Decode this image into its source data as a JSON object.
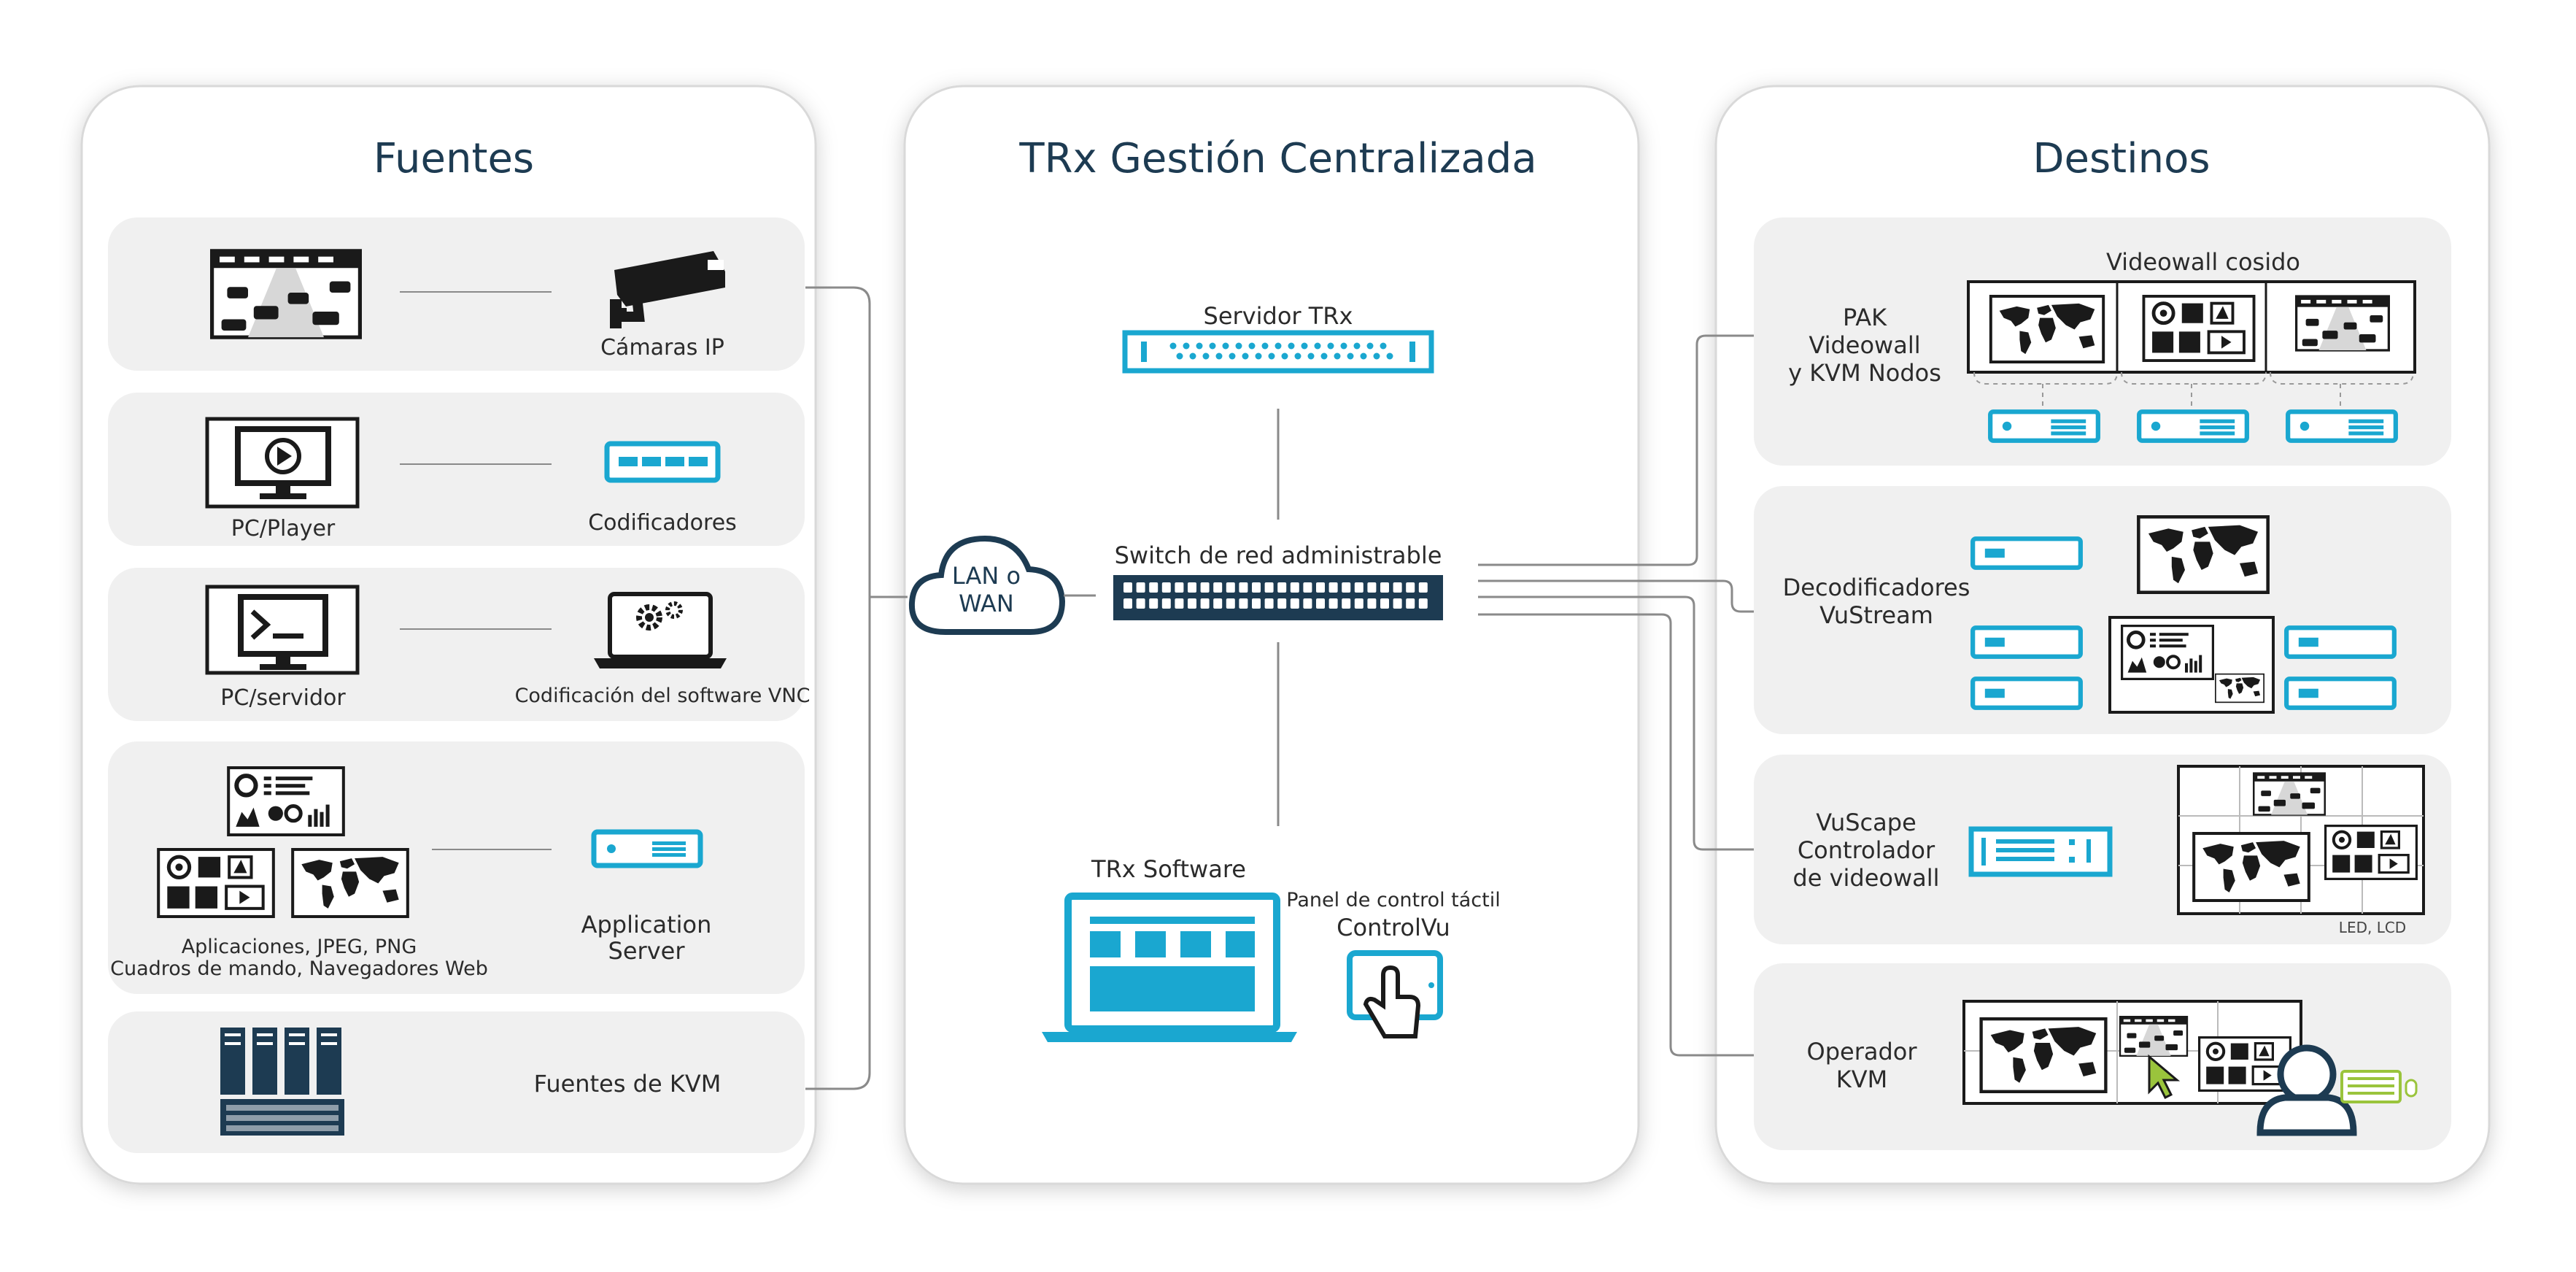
{
  "panels": {
    "sources": {
      "title": "Fuentes"
    },
    "management": {
      "title": "TRx Gestión Centralizada"
    },
    "destinations": {
      "title": "Destinos"
    }
  },
  "sources": {
    "cameras": "Cámaras IP",
    "pc_player": "PC/Player",
    "encoders": "Codificadores",
    "pc_server": "PC/servidor",
    "vnc": "Codificación del software VNC",
    "apps_line1": "Aplicaciones, JPEG, PNG",
    "apps_line2": "Cuadros de mando, Navegadores Web",
    "app_server_line1": "Application",
    "app_server_line2": "Server",
    "kvm_sources": "Fuentes de KVM"
  },
  "management": {
    "server": "Servidor TRx",
    "switch": "Switch de red administrable",
    "cloud_line1": "LAN o",
    "cloud_line2": "WAN",
    "software": "TRx Software",
    "touch_line1": "Panel de control táctil",
    "touch_line2": "ControlVu"
  },
  "destinations": {
    "stitched": "Videowall cosido",
    "pak_line1": "PAK",
    "pak_line2": "Videowall",
    "pak_line3": "y KVM Nodos",
    "decoders_line1": "Decodificadores",
    "decoders_line2": "VuStream",
    "vuscape_line1": "VuScape",
    "vuscape_line2": "Controlador",
    "vuscape_line3": "de videowall",
    "led_lcd": "LED, LCD",
    "operator_line1": "Operador",
    "operator_line2": "KVM"
  },
  "colors": {
    "accent": "#1aa7d0",
    "navy": "#1d3b52",
    "panel_bg": "#f0f0f0",
    "keyboard": "#9ac43c"
  },
  "icons": [
    "cctv-camera-icon",
    "encoder-icon",
    "laptop-gear-icon",
    "server-icon",
    "switch-icon",
    "cloud-icon",
    "laptop-icon",
    "tablet-touch-icon",
    "monitor-play-icon",
    "terminal-icon",
    "server-rack-icon",
    "user-icon",
    "keyboard-icon",
    "mouse-cursor-icon",
    "world-map-icon"
  ]
}
